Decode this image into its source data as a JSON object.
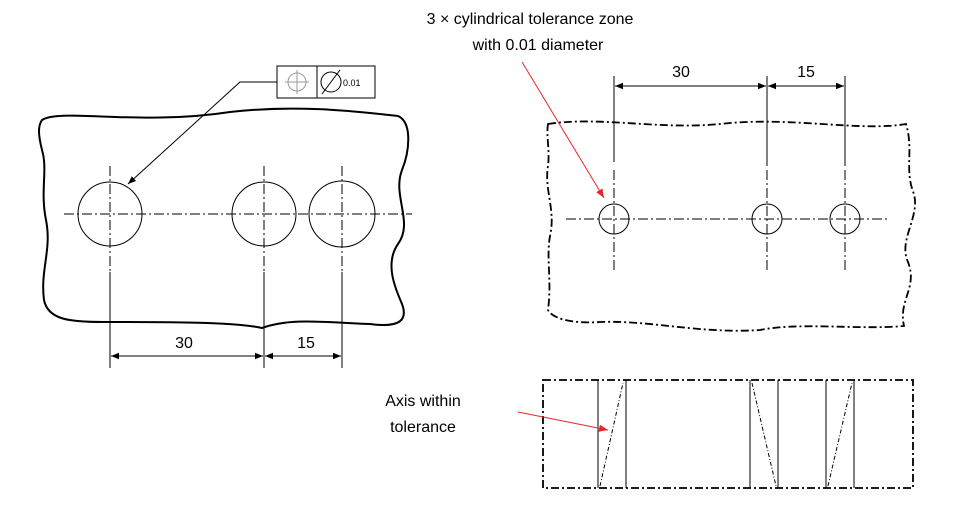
{
  "diagram": {
    "left_view": {
      "feature_control_frame": {
        "symbol": "position-icon",
        "diameter_symbol": "Ø",
        "tolerance_value": "0.01"
      },
      "dimensions": {
        "spacing_1": "30",
        "spacing_2": "15"
      }
    },
    "right_view": {
      "annotation_line1": "3 × cylindrical tolerance zone",
      "annotation_line2": "with 0.01 diameter",
      "dimensions": {
        "spacing_1": "30",
        "spacing_2": "15"
      }
    },
    "section_view": {
      "annotation_line1": "Axis within",
      "annotation_line2": "tolerance"
    },
    "colors": {
      "stroke": "#000000",
      "leader_red": "#e8262a"
    }
  }
}
